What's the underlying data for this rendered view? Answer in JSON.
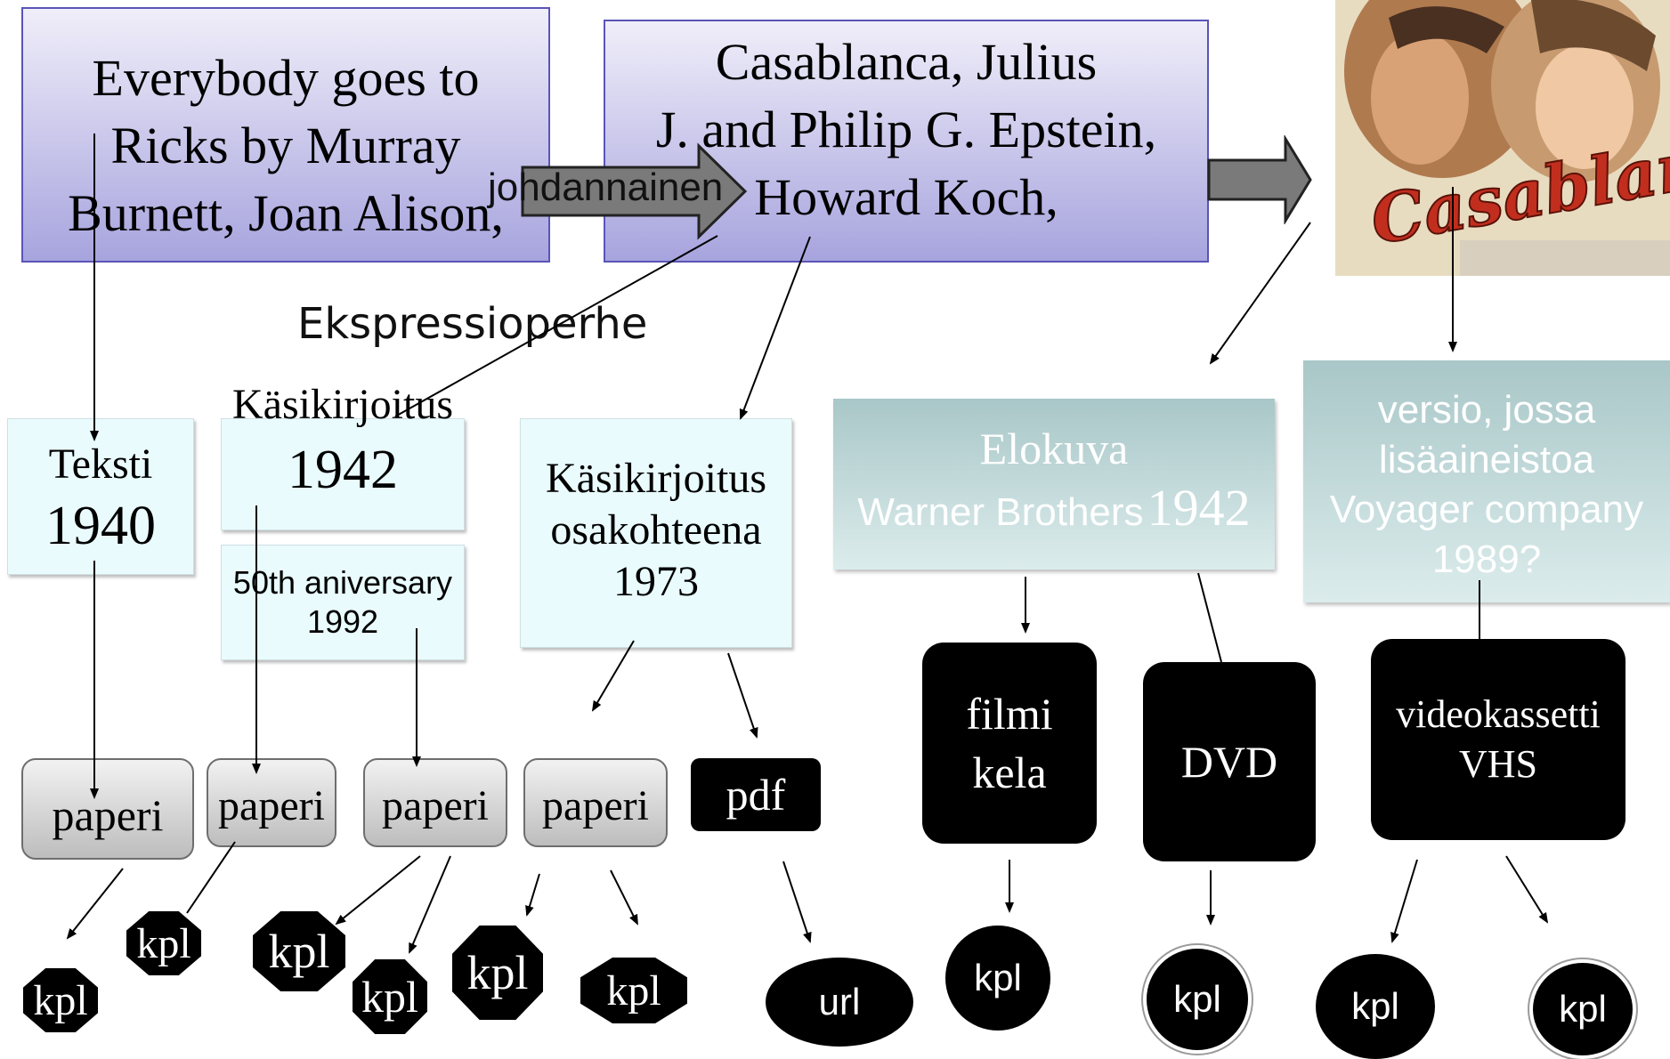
{
  "works": {
    "source": {
      "lines": [
        "Everybody goes to",
        "Ricks by Murray",
        "Burnett, Joan Alison,"
      ]
    },
    "screenplay": {
      "lines": [
        "Casablanca, Julius",
        "J. and Philip G. Epstein,",
        "Howard Koch,"
      ]
    }
  },
  "derivative_arrow": {
    "label": "johdannainen"
  },
  "family_label": "Ekspressioperhe",
  "expressions": {
    "text": {
      "line1": "Teksti",
      "line2": "1940"
    },
    "manuscript": {
      "line1": "Käsikirjoitus",
      "line2": "1942"
    },
    "anniversary": {
      "line1": "50th aniversary",
      "line2": "1992"
    },
    "manuscript_parts": {
      "line1": "Käsikirjoitus",
      "line2": "osakohteena",
      "line3": "1973"
    },
    "film": {
      "line1": "Elokuva",
      "line2a": "Warner Brothers",
      "line2b": "1942"
    },
    "version": {
      "line1": "versio, jossa",
      "line2": "lisäaineistoa",
      "line3": "Voyager company",
      "line4": "1989?"
    }
  },
  "poster": {
    "title": "Casablanca",
    "icon": "movie-poster"
  },
  "manifestations": {
    "paperi": "paperi",
    "pdf": "pdf",
    "filmi_line1": "filmi",
    "filmi_line2": "kela",
    "dvd": "DVD",
    "vhs_line1": "videokassetti",
    "vhs_line2": "VHS"
  },
  "items": {
    "kpl": "kpl",
    "url": "url"
  },
  "colors": {
    "work_top": "#f0eef9",
    "work_bottom": "#a7a4de",
    "work_border": "#5a54b8",
    "expression_bg": "#e9fbfd",
    "teal_top": "#a9c7c8",
    "black": "#000000"
  }
}
